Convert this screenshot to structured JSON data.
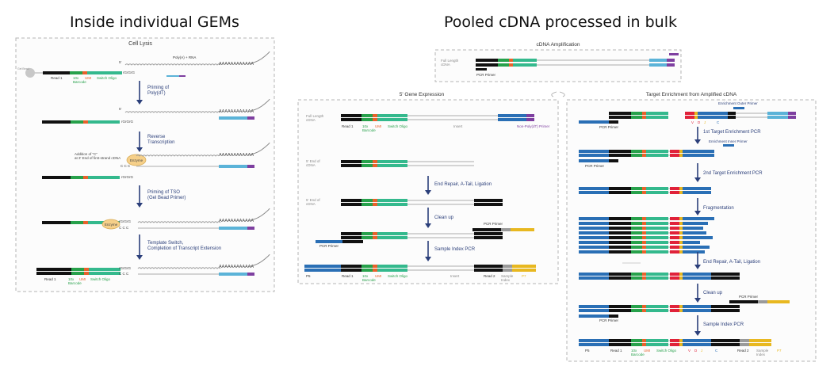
{
  "titles": {
    "left": "Inside individual GEMs",
    "right": "Pooled cDNA processed in bulk"
  },
  "colors": {
    "read1": "#111111",
    "barcode": "#27a14b",
    "umi": "#e8622c",
    "tso": "#34b98d",
    "blue": "#2a6fb5",
    "lightblue": "#5bb3d8",
    "purple": "#7e3fa0",
    "yellow": "#e8b820",
    "red": "#e0223a",
    "grey": "#9a9a9a",
    "arrow": "#2b3f7a",
    "box": "#b5b5b5",
    "enzyme": "#f6d08a"
  },
  "cell_lysis": {
    "title": "Cell Lysis",
    "polya_label": "Poly(A) + RNA",
    "bead_label": "Gel Bead",
    "steps": [
      "Priming of\nPoly(dT)",
      "Reverse\nTranscription",
      "Priming of TSO\n(Gel Bead Primer)",
      "Template Switch,\nCompletion of Transcript Extension"
    ],
    "addition_note": "Addition of \"C\"\nat 3' End of first-strand cDNA",
    "enzyme": "Enzyme",
    "rggg": "rGrGrG",
    "ccc": "C C C",
    "five": "5'",
    "labels": {
      "read1": "Read 1",
      "bc": "10x\nBarcode",
      "umi": "UMI",
      "switch": "Switch Oligo"
    }
  },
  "cdna_amp": {
    "title": "cDNA Amplification",
    "full_length": "Full Length\ncDNA",
    "pcr_primer": "PCR Primer"
  },
  "gene_expr": {
    "title": "5' Gene Expression",
    "full_length": "Full Length\ncDNA",
    "five_end": "5' End of\ncDNA",
    "steps": [
      "End Repair, A-Tail, Ligation",
      "Clean up",
      "Sample Index PCR"
    ],
    "labels": {
      "read1": "Read 1",
      "bc": "10x\nBarcode",
      "umi": "UMI",
      "switch": "Switch Oligo",
      "insert": "Insert",
      "nonpoly": "Non-Poly(dT) Primer",
      "read2": "Read 2",
      "sample_index": "Sample\nIndex",
      "p5": "P5",
      "p7": "P7",
      "pcr_primer": "PCR Primer"
    }
  },
  "target": {
    "title": "Target Enrichment from Amplified cDNA",
    "outer_primer": "Enrichment Outer Primer",
    "inner_primer": "Enrichment Inner Primer",
    "steps": [
      "1st Target Enrichment PCR",
      "2nd Target Enrichment PCR",
      "Fragmentation",
      "End Repair, A-Tail, Ligation",
      "Clean up",
      "Sample Index PCR"
    ],
    "vdj": [
      "V",
      "D",
      "J",
      "C"
    ],
    "labels": {
      "pcr_primer": "PCR Primer",
      "p5": "P5",
      "read1": "Read 1",
      "bc": "10x\nBarcode",
      "umi": "UMI",
      "switch": "Switch Oligo",
      "read2": "Read 2",
      "sample_index": "Sample\nIndex",
      "p7": "P7"
    }
  }
}
